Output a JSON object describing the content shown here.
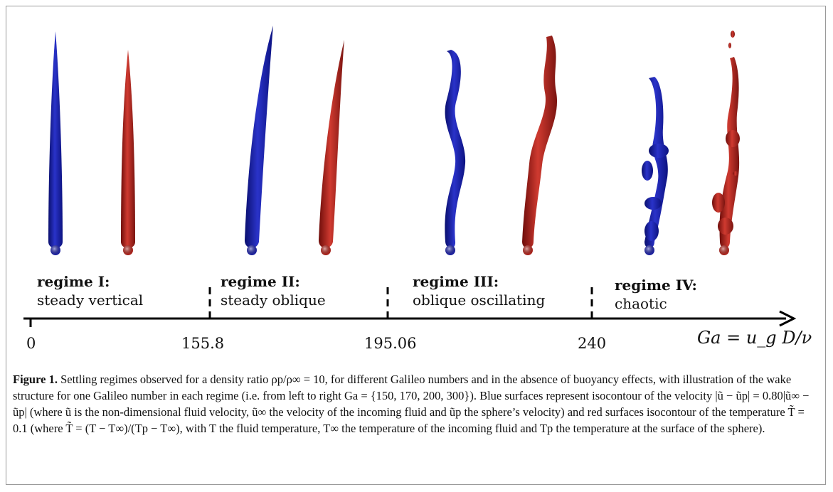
{
  "regimes": [
    {
      "title": "regime I:",
      "description": "steady vertical"
    },
    {
      "title": "regime II:",
      "description": "steady oblique"
    },
    {
      "title": "regime III:",
      "description": "oblique oscillating"
    },
    {
      "title": "regime IV:",
      "description": "chaotic"
    }
  ],
  "axis": {
    "ticks": [
      "0",
      "155.8",
      "195.06",
      "240"
    ],
    "variable": "Ga = u_g D/ν"
  },
  "colors": {
    "velocity_surface": "#1c21a8",
    "temperature_surface": "#b3231b"
  },
  "caption": {
    "label": "Figure 1.",
    "text": "Settling regimes observed for a density ratio ρp/ρ∞ = 10, for different Galileo numbers and in the absence of buoyancy effects, with illustration of the wake structure for one Galileo number in each regime (i.e. from left to right Ga = {150, 170, 200, 300}). Blue surfaces represent isocontour of the velocity |ũ − ũp| = 0.80|ũ∞ − ũp| (where ũ is the non-dimensional fluid velocity, ũ∞ the velocity of the incoming fluid and ũp the sphere’s velocity) and red surfaces isocontour of the temperature T̃ = 0.1 (where T̃ = (T − T∞)/(Tp − T∞), with T the fluid temperature, T∞ the temperature of the incoming fluid and Tp the temperature at the surface of the sphere)."
  }
}
